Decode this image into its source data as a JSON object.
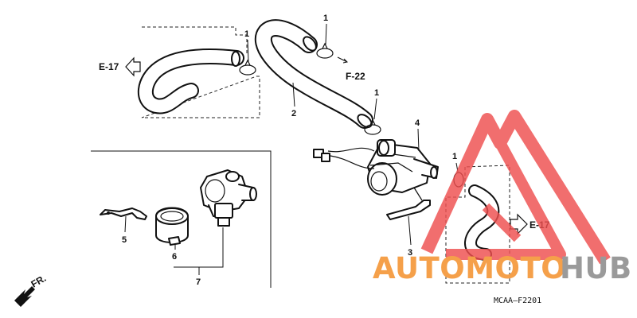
{
  "diagram": {
    "part_numbers": {
      "clip_top_left": "1",
      "clip_top_right": "1",
      "clip_mid": "1",
      "clip_right": "1",
      "hose": "2",
      "bracket": "3",
      "valve_assembly": "4",
      "stay": "5",
      "rubber_mount": "6",
      "valve_set": "7"
    },
    "refs": {
      "left": "E-17",
      "top": "F-22",
      "right": "E-17"
    },
    "front_label": "FR.",
    "drawing_code": "MCAA—F2201"
  },
  "watermark": {
    "text_orange": "AUTOMOTO",
    "text_gray": "HUB",
    "colors": {
      "orange": "#f5a04a",
      "gray": "#9a9a9a",
      "triangle": "#ef4f4f"
    }
  }
}
